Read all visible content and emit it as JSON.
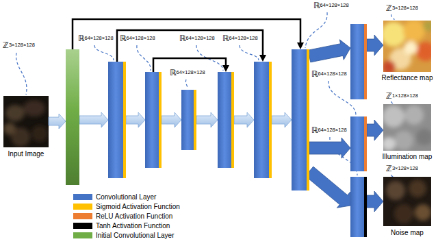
{
  "diagram": {
    "nodes": [
      {
        "text": [
          "ℤ3×128×128",
          "Input Image"
        ]
      },
      {
        "text": []
      },
      {
        "text": [
          "ℝ64×128×128"
        ]
      },
      {
        "text": [
          "ℝ64×128×128"
        ]
      },
      {
        "text": [
          "ℝ64×128×128"
        ]
      },
      {
        "text": [
          "ℝ64×128×128"
        ]
      },
      {
        "text": [
          "ℝ64×128×128"
        ]
      },
      {
        "text": [
          "ℝ64×128×128"
        ]
      },
      {
        "text": []
      },
      {
        "text": [
          "ℝ64×128×128"
        ]
      },
      {
        "text": [
          "ℝ64×128×128"
        ]
      },
      {
        "text": [
          "ℤ3×128×128",
          "Reflectance map"
        ]
      },
      {
        "text": [
          "ℤ1×128×128",
          "Illumination map"
        ]
      },
      {
        "text": [
          "ℤ3×128×128",
          "Noise map"
        ]
      }
    ],
    "edges": [
      {
        "from": 0,
        "to": 1,
        "arrow": "to"
      },
      {
        "from": 1,
        "to": 2,
        "arrow": "to"
      },
      {
        "from": 2,
        "to": 3,
        "arrow": "to"
      },
      {
        "from": 3,
        "to": 4,
        "arrow": "to"
      },
      {
        "from": 4,
        "to": 5,
        "arrow": "to"
      },
      {
        "from": 5,
        "to": 6,
        "arrow": "to"
      },
      {
        "from": 6,
        "to": 7,
        "arrow": "to"
      },
      {
        "from": 1,
        "to": 7,
        "arrow": "to"
      },
      {
        "from": 2,
        "to": 6,
        "arrow": "to"
      },
      {
        "from": 3,
        "to": 5,
        "arrow": "to"
      },
      {
        "from": 7,
        "to": 8,
        "arrow": "to"
      },
      {
        "from": 7,
        "to": 9,
        "arrow": "to"
      },
      {
        "from": 7,
        "to": 10,
        "arrow": "to"
      },
      {
        "from": 8,
        "to": 11,
        "arrow": "to"
      },
      {
        "from": 9,
        "to": 12,
        "arrow": "to"
      },
      {
        "from": 10,
        "to": 13,
        "arrow": "to"
      }
    ],
    "legend": [
      {
        "text": "Convolutional Layer",
        "color": "#4472c4"
      },
      {
        "text": "Sigmoid Activation Function",
        "color": "#ffc000"
      },
      {
        "text": "ReLU Activation Function",
        "color": "#ed7d31"
      },
      {
        "text": "Tanh Activation Function",
        "color": "#000000"
      },
      {
        "text": "Initial Convolutional Layer",
        "color": "#70ad47"
      }
    ]
  }
}
